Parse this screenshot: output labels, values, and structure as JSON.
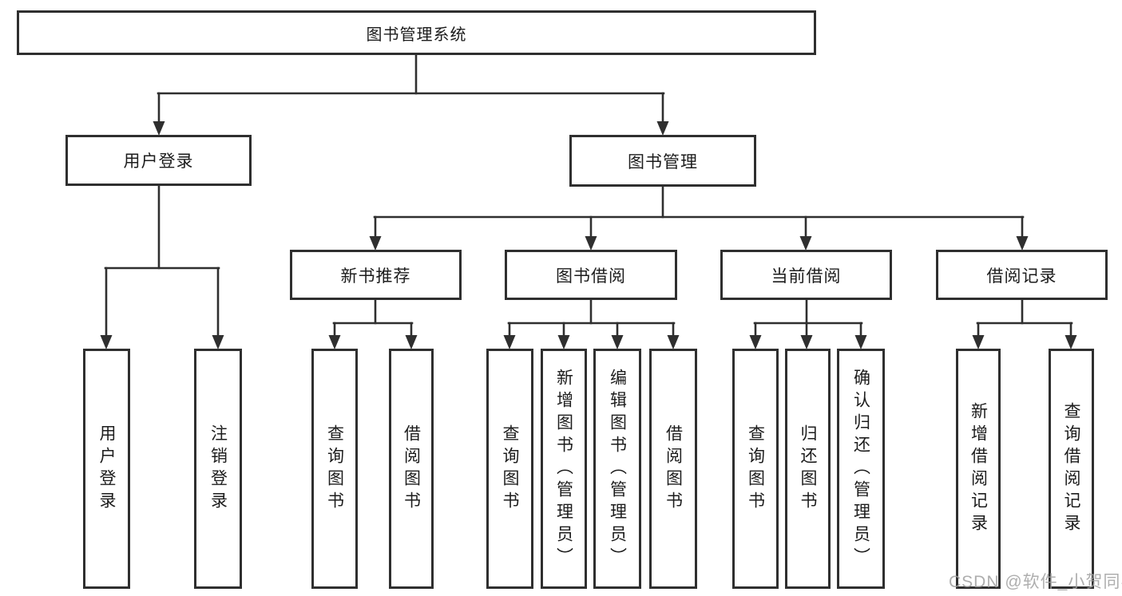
{
  "diagram": {
    "root": {
      "label": "图书管理系统"
    },
    "level2": [
      {
        "label": "用户登录"
      },
      {
        "label": "图书管理"
      }
    ],
    "level3": [
      {
        "label": "新书推荐"
      },
      {
        "label": "图书借阅"
      },
      {
        "label": "当前借阅"
      },
      {
        "label": "借阅记录"
      }
    ],
    "leaves": [
      {
        "label": "用户登录"
      },
      {
        "label": "注销登录"
      },
      {
        "label": "查询图书"
      },
      {
        "label": "借阅图书"
      },
      {
        "label": "查询图书"
      },
      {
        "label": "新增图书（管理员）"
      },
      {
        "label": "编辑图书（管理员）"
      },
      {
        "label": "借阅图书"
      },
      {
        "label": "查询图书"
      },
      {
        "label": "归还图书"
      },
      {
        "label": "确认归还（管理员）"
      },
      {
        "label": "新增借阅记录"
      },
      {
        "label": "查询借阅记录"
      }
    ],
    "colors": {
      "line": "#2f2f2f",
      "text": "#1c1c1c",
      "background": "#ffffff"
    }
  },
  "watermark": {
    "text": "CSDN @软件_小贺同学",
    "color": "#a0a0a0"
  }
}
